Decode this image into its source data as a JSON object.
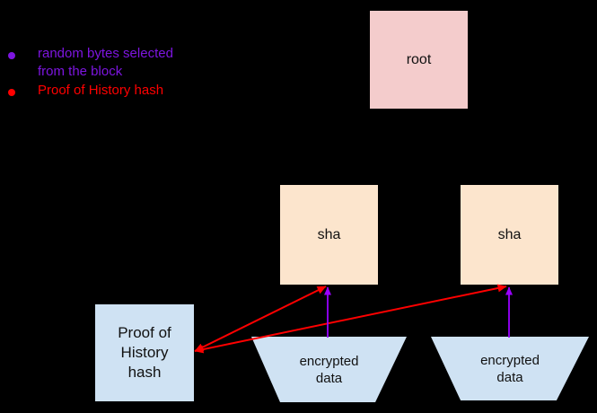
{
  "canvas": {
    "background": "#000000",
    "text_color": "#111111"
  },
  "legend": {
    "items": [
      {
        "color": "#7d15e0",
        "lines": [
          "random bytes selected",
          "from the block"
        ]
      },
      {
        "color": "#ff0000",
        "lines": [
          "Proof of History hash"
        ]
      }
    ]
  },
  "nodes": {
    "root": {
      "label": "root",
      "fill": "#f4cccc"
    },
    "sha_left": {
      "label": "sha",
      "fill": "#fce5cd"
    },
    "sha_right": {
      "label": "sha",
      "fill": "#fce5cd"
    },
    "poh": {
      "lines": [
        "Proof of",
        "History",
        "hash"
      ],
      "fill": "#cfe2f3"
    },
    "data_left": {
      "lines": [
        "encrypted",
        "data"
      ],
      "fill": "#cfe2f3"
    },
    "data_right": {
      "lines": [
        "encrypted",
        "data"
      ],
      "fill": "#cfe2f3"
    }
  },
  "arrows": {
    "red_color": "#ff0000",
    "purple_color": "#9900ff"
  }
}
